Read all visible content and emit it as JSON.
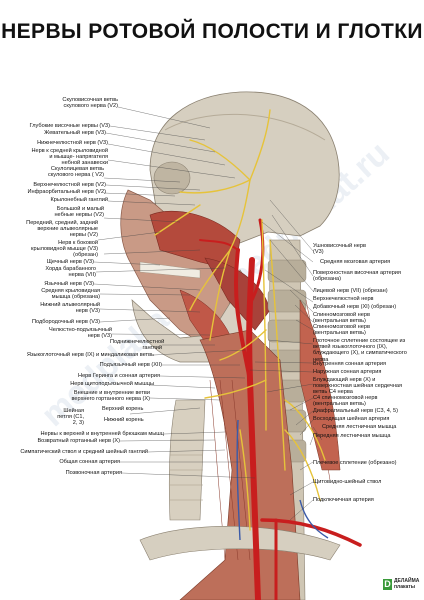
{
  "title": "НЕРВЫ РОТОВОЙ ПОЛОСТИ И ГЛОТКИ",
  "watermark": "medplakat.ru",
  "logo": {
    "mark": "D",
    "line1": "ДЕЛАЙМА",
    "line2": "плакаты"
  },
  "labels_left": [
    "Скуловисочная ветвь скулового нерва (V2)",
    "Глубокие височные нервы (V3)",
    "Жевательный нерв (V3)",
    "Нижнечелюстной нерв (V3)",
    "Нерв к средней крыловидной и мышце- напрягателя небной занавески",
    "Скулолицевая ветвь скулового нерва ( V2)",
    "Верхнечелюстной нерв (V2)",
    "Инфраорбитальный нерв (V2)",
    "Крылонебный ганглий",
    "Большой и малый небные нервы (V2)",
    "Передний, средний, задний верхние альвеолярные нервы (V2)",
    "Нерв к боковой крыловидной мышце (V3) (обрезан)",
    "Щечный нерв (V3)",
    "Хорда барабанного нерва (VII)",
    "Язычный нерв (V3)",
    "Средняя крыловидная мышца (обрезана)",
    "Нижний альвеолярный нерв (V3)",
    "Подбородочный нерв (V3)",
    "Челюстно-подъязычный нерв (V3)",
    "Поднижнечелюстной ганглий",
    "Языкоглоточный нерв (IX) и миндаликовая ветвь",
    "Подъязычный нерв (XII)",
    "Нерв Геринга и сонная артерия",
    "Нерв щитоподъязычной мышцы",
    "Внешние и внутренние ветви верхнего гортанного нерва (X)",
    "Шейная петля (C1, 2, 3)",
    "Верхний корень",
    "Нижний корень",
    "Нервы к верхней и внутренней брюшкам мышц",
    "Возвратный гортанный нерв (X)",
    "Симпатический ствол и средний шейный ганглий",
    "Общая сонная артерия",
    "Позвоночная артерия"
  ],
  "labels_right": [
    "Ушновисочный нерв (V3)",
    "Средняя мозговая артерия",
    "Поверхностная височная артерия (обрезана)",
    "Лицевой нерв (VII) (обрезан)",
    "Верхнечелюстной нерв",
    "Добавочный нерв (XI) (обрезан)",
    "Спинномозговой нерв (вентральная ветвь)",
    "Спинномозговой нерв (вентральная ветвь)",
    "Глоточное сплетение состоящее из ветвей языкоглоточного (IX), блуждающего (X), и симпатического нерва",
    "Внутренняя сонная артерия",
    "Наружная сонная артерия",
    "Блуждающий нерв (X) и поверхностная шейная сердечная ветвь C4 нерва",
    "C4 спинномозговой нерв (вентральная ветвь)",
    "Диафрагмальный нерв (C3, 4, 5)",
    "Восходящая шейная артерия",
    "Средняя лестничная мышца",
    "Передняя лестничная мышца",
    "Плечевое сплетение (обрезано)",
    "Щитовидно-шейный ствол",
    "Подключичная артерия"
  ]
}
